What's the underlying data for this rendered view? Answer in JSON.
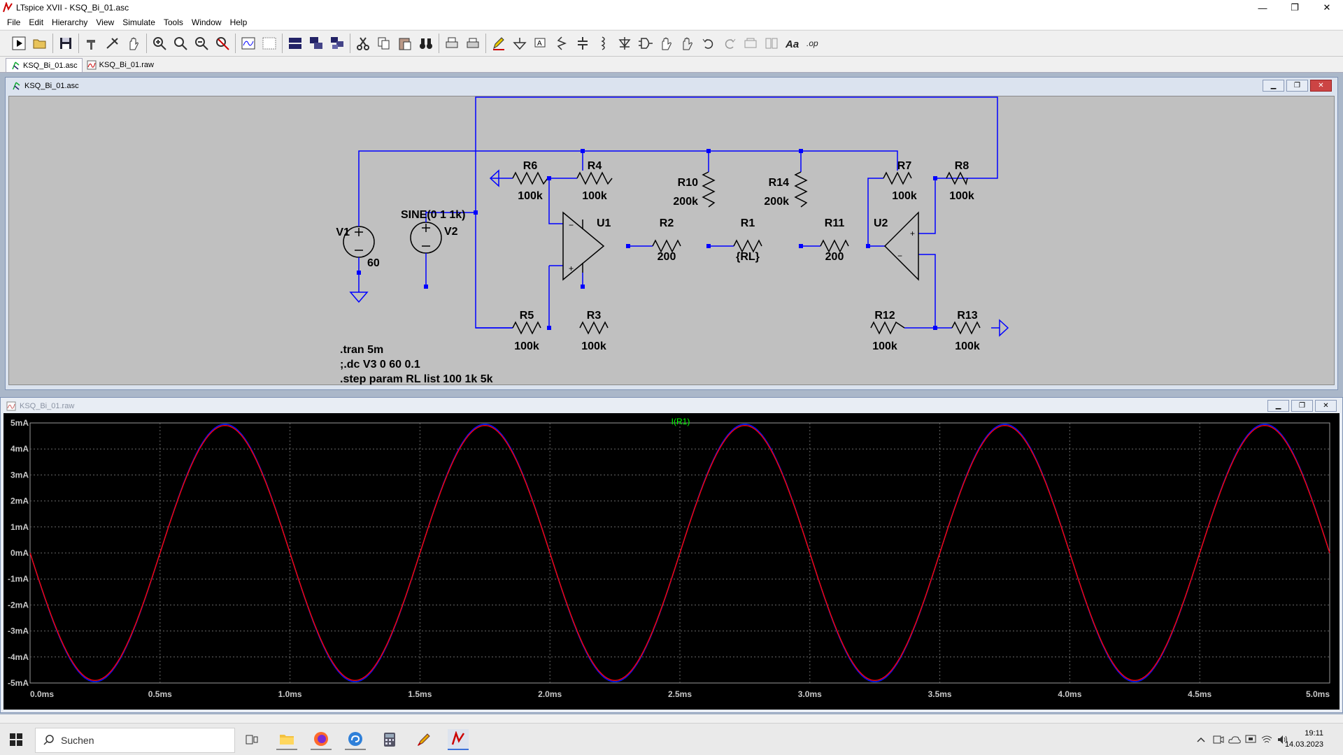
{
  "window": {
    "title": "LTspice XVII - KSQ_Bi_01.asc",
    "minimize": "—",
    "maximize": "❐",
    "close": "✕"
  },
  "menu": [
    "File",
    "Edit",
    "Hierarchy",
    "View",
    "Simulate",
    "Tools",
    "Window",
    "Help"
  ],
  "tabs": [
    {
      "label": "KSQ_Bi_01.asc",
      "icon": "schematic-icon"
    },
    {
      "label": "KSQ_Bi_01.raw",
      "icon": "waveform-icon"
    }
  ],
  "schematic": {
    "title": "KSQ_Bi_01.asc",
    "components": {
      "V1": {
        "name": "V1",
        "value": "60"
      },
      "V2": {
        "name": "V2",
        "value": "SINE(0 1 1k)"
      },
      "R6": {
        "name": "R6",
        "value": "100k"
      },
      "R4": {
        "name": "R4",
        "value": "100k"
      },
      "R10": {
        "name": "R10",
        "value": "200k"
      },
      "R14": {
        "name": "R14",
        "value": "200k"
      },
      "R7": {
        "name": "R7",
        "value": "100k"
      },
      "R8": {
        "name": "R8",
        "value": "100k"
      },
      "U1": {
        "name": "U1"
      },
      "U2": {
        "name": "U2"
      },
      "R2": {
        "name": "R2",
        "value": "200"
      },
      "R1": {
        "name": "R1",
        "value": "{RL}"
      },
      "R11": {
        "name": "R11",
        "value": "200"
      },
      "R5": {
        "name": "R5",
        "value": "100k"
      },
      "R3": {
        "name": "R3",
        "value": "100k"
      },
      "R12": {
        "name": "R12",
        "value": "100k"
      },
      "R13": {
        "name": "R13",
        "value": "100k"
      }
    },
    "directives": [
      ".tran 5m",
      ";.dc V3 0 60 0.1",
      ".step param RL list 100 1k 5k"
    ],
    "wire_color": "#0000ff",
    "background": "#c0c0c0"
  },
  "plot": {
    "title": "KSQ_Bi_01.raw",
    "chart_data": {
      "type": "line",
      "title": "",
      "xlabel": "",
      "ylabel": "",
      "xlim": [
        0,
        5
      ],
      "ylim": [
        -5,
        5
      ],
      "x_ticks": [
        "0.0ms",
        "0.5ms",
        "1.0ms",
        "1.5ms",
        "2.0ms",
        "2.5ms",
        "3.0ms",
        "3.5ms",
        "4.0ms",
        "4.5ms",
        "5.0ms"
      ],
      "y_ticks": [
        "5mA",
        "4mA",
        "3mA",
        "2mA",
        "1mA",
        "0mA",
        "-1mA",
        "-2mA",
        "-3mA",
        "-4mA",
        "-5mA"
      ],
      "grid": true,
      "legend": "top-center",
      "series": [
        {
          "name": "I(R1)",
          "amplitude": 4.95,
          "frequency": 1,
          "phase": 180,
          "color": "#00ff00",
          "trace_color": "#00cccc"
        },
        {
          "amplitude": 4.95,
          "frequency": 1,
          "phase": 180,
          "color": "#0000ff"
        },
        {
          "amplitude": 4.9,
          "frequency": 1,
          "phase": 180,
          "color": "#ff0000"
        }
      ]
    }
  },
  "taskbar": {
    "search_placeholder": "Suchen",
    "time": "19:11",
    "date": "14.03.2023"
  }
}
